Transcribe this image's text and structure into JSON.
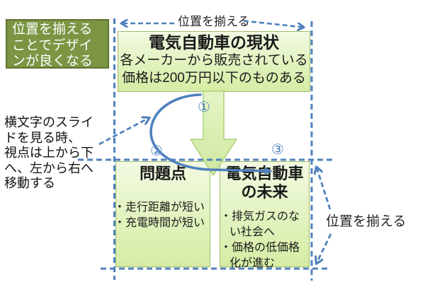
{
  "colors": {
    "guide_blue": "#4f81bd",
    "olive_fill": "#7b9543",
    "olive_border": "#5e7431",
    "box_fill_light": "#f2fae2",
    "box_fill_dark": "#d5eca4",
    "box_border": "#9fbb6a",
    "arrow_fill_light": "#e6f5c6",
    "arrow_fill_dark": "#cfe9a0",
    "text": "#1a1a1a"
  },
  "annotations": {
    "olive_note": "位置を揃える\nことでデザイ\nンが良くなる",
    "left_note": "横文字のスライ\nドを見る時、\n視点は上から下\nへ、左から右へ\n移動する",
    "top_align_label": "位置を揃える",
    "right_align_label": "位置を揃える"
  },
  "diagram": {
    "top_box": {
      "title": "電気自動車の現状",
      "body": "各メーカーから販売されている\n価格は200万円以下のものある"
    },
    "left_box": {
      "title": "問題点",
      "bullets": [
        "・走行距離が短い",
        "・充電時間が短い"
      ]
    },
    "right_box": {
      "title": "電気自動車\nの未来",
      "bullets": [
        "・排気ガスのな\nい社会へ",
        "・価格の低価格\n化が進む"
      ]
    },
    "step_labels": [
      "①",
      "②",
      "③"
    ]
  }
}
